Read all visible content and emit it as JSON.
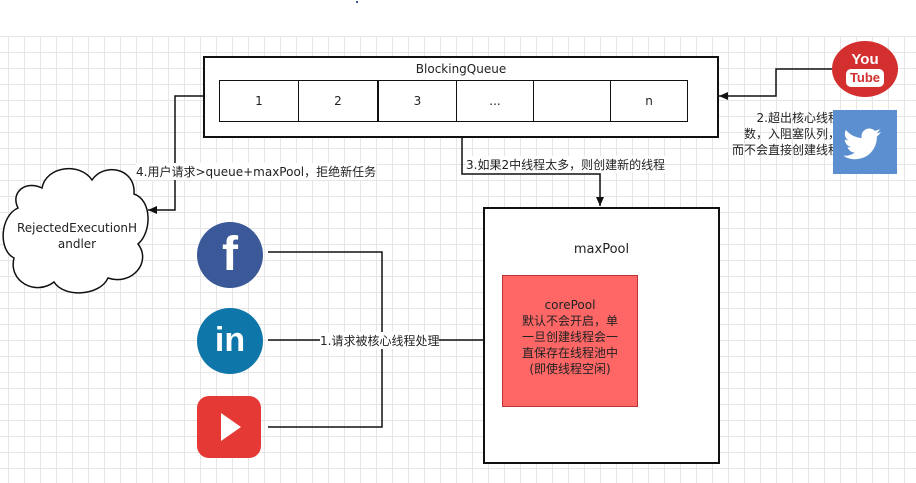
{
  "queue": {
    "title": "BlockingQueue",
    "cells": [
      "1",
      "2",
      "3",
      "...",
      "",
      "n"
    ]
  },
  "rejected_handler": {
    "line1": "RejectedExecutionH",
    "line2": "andler"
  },
  "max_pool": {
    "label": "maxPool"
  },
  "core_pool": {
    "title": "corePool",
    "lines": [
      "默认不会开启，单",
      "一旦创建线程会一",
      "直保存在线程池中",
      "(即使线程空闲)"
    ]
  },
  "annotations": {
    "step1": "1.请求被核心线程处理",
    "step2_lines": [
      "2.超出核心线程",
      "数，入阻塞队列，",
      "而不会直接创建线程"
    ],
    "step3": "3.如果2中线程太多，则创建新的线程",
    "step4": "4.用户请求>queue+maxPool，拒绝新任务"
  },
  "icons": {
    "youtube_text_top": "You",
    "youtube_text_bottom": "Tube",
    "facebook_glyph": "f",
    "linkedin_glyph": "in"
  },
  "colors": {
    "core_pool_fill": "#ff6666",
    "facebook": "#3b5998",
    "linkedin": "#0e76a8",
    "youtube_logo": "#d32f2f",
    "twitter": "#5b8fd0",
    "youtube_play": "#e53935"
  }
}
